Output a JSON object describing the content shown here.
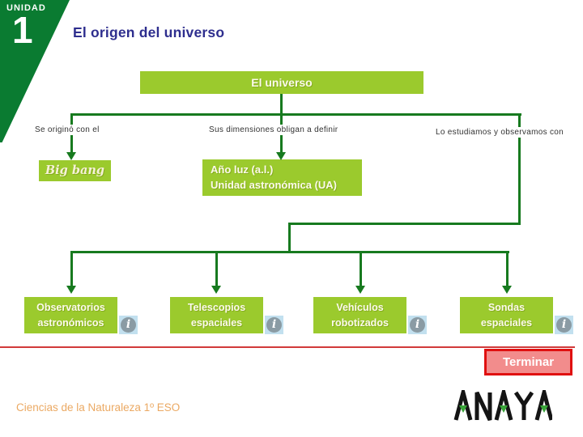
{
  "header": {
    "unit_label": "UNIDAD",
    "unit_number": "1",
    "title": "El origen del universo"
  },
  "diagram": {
    "root_label": "El universo",
    "branch_labels": {
      "left": "Se originó con el",
      "center": "Sus dimensiones obligan a definir",
      "right": "Lo estudiamos y observamos con"
    },
    "big_bang": "Big bang",
    "distance_units": {
      "line1": "Año luz (a.l.)",
      "line2": "Unidad astronómica (UA)"
    },
    "leaves": [
      {
        "line1": "Observatorios",
        "line2": "astronómicos"
      },
      {
        "line1": "Telescopios",
        "line2": "espaciales"
      },
      {
        "line1": "Vehículos",
        "line2": "robotizados"
      },
      {
        "line1": "Sondas",
        "line2": "espaciales"
      }
    ]
  },
  "icons": {
    "info_glyph": "i"
  },
  "footer": {
    "terminar_label": "Terminar",
    "course": "Ciencias de la Naturaleza 1º ESO",
    "logo_text": "ANAYA"
  },
  "colors": {
    "node_green": "#9bca2d",
    "connector_green": "#177a1f",
    "unit_tab_green": "#0a7b31",
    "title_navy": "#2e2e8e",
    "terminar_border_red": "#e01010",
    "terminar_fill": "#f28c8c",
    "footer_orange": "#eba963",
    "info_icon_blue": "#c2e0ef",
    "info_icon_gray": "#8a9ba4",
    "logo_triangle_green": "#3aa53a"
  }
}
